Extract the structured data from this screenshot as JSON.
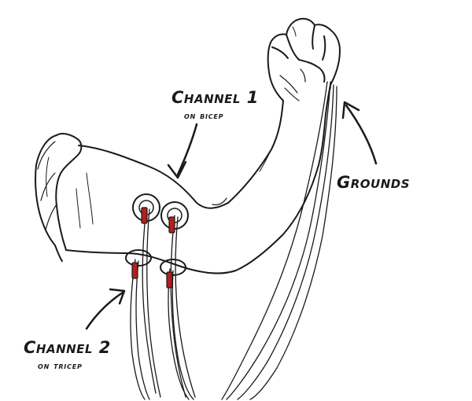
{
  "labels": {
    "channel1": {
      "title": "Channel 1",
      "sub": "on bicep"
    },
    "channel2": {
      "title": "Channel 2",
      "sub": "on tricep"
    },
    "grounds": "Grounds"
  },
  "colors": {
    "ink": "#1a1a1a",
    "electrode_red": "#b3201d",
    "paper": "#ffffff"
  }
}
